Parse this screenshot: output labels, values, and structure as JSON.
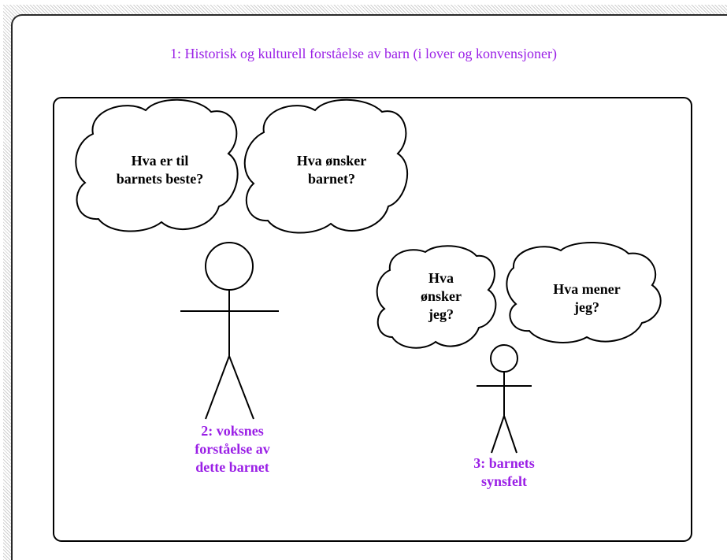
{
  "title": "1: Historisk og kulturell forståelse av barn (i lover og konvensjoner)",
  "clouds": {
    "adult_best": [
      "Hva er til",
      "barnets beste?"
    ],
    "adult_wants": [
      "Hva ønsker",
      "barnet?"
    ],
    "child_wants": [
      "Hva",
      "ønsker",
      "jeg?"
    ],
    "child_thinks": [
      "Hva mener",
      "jeg?"
    ]
  },
  "labels": {
    "adult": [
      "2: voksnes",
      "forståelse av",
      "dette barnet"
    ],
    "child": [
      "3: barnets",
      "synsfelt"
    ]
  },
  "colors": {
    "accent": "#9a1fe6",
    "stroke": "#000000"
  }
}
